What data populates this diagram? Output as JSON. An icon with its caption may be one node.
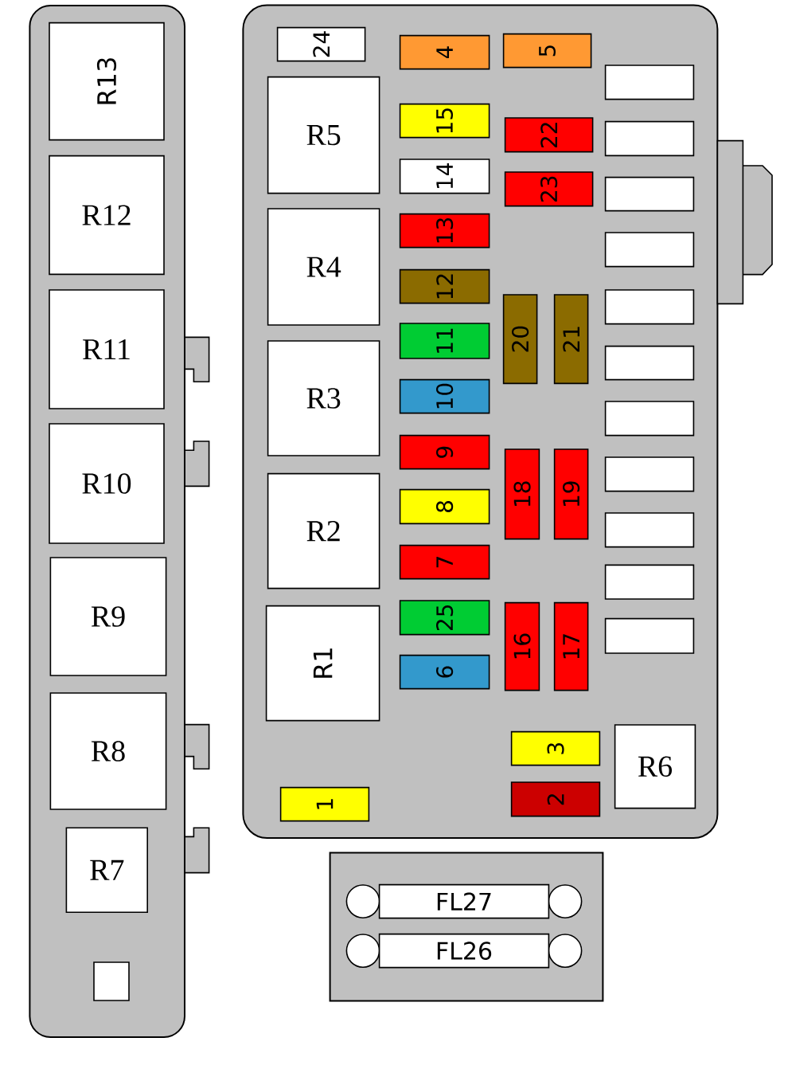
{
  "diagram": {
    "nodes": [
      {
        "text": [],
        "shape": "box"
      },
      {
        "text": [
          "R13"
        ],
        "in": 0
      },
      {
        "text": [
          "R12"
        ],
        "in": 0
      },
      {
        "text": [
          "R11"
        ],
        "in": 0
      },
      {
        "text": [
          "R10"
        ],
        "in": 0
      },
      {
        "text": [
          "R9"
        ],
        "in": 0
      },
      {
        "text": [
          "R8"
        ],
        "in": 0
      },
      {
        "text": [
          "R7"
        ],
        "in": 0
      },
      {
        "text": [],
        "shape": "box",
        "in": 0
      },
      {
        "text": [],
        "shape": "box"
      },
      {
        "text": [
          "24"
        ],
        "in": 9
      },
      {
        "text": [
          "4"
        ],
        "in": 9
      },
      {
        "text": [
          "5"
        ],
        "in": 9
      },
      {
        "text": [],
        "shape": "box",
        "in": 9
      },
      {
        "text": [
          "R5"
        ],
        "in": 9
      },
      {
        "text": [
          "15"
        ],
        "in": 9
      },
      {
        "text": [
          "22"
        ],
        "in": 9
      },
      {
        "text": [],
        "shape": "box",
        "in": 9
      },
      {
        "text": [
          "14"
        ],
        "in": 9
      },
      {
        "text": [
          "23"
        ],
        "in": 9
      },
      {
        "text": [],
        "shape": "box",
        "in": 9
      },
      {
        "text": [
          "R4"
        ],
        "in": 9
      },
      {
        "text": [
          "13"
        ],
        "in": 9
      },
      {
        "text": [],
        "shape": "box",
        "in": 9
      },
      {
        "text": [
          "12"
        ],
        "in": 9
      },
      {
        "text": [
          "20"
        ],
        "in": 9
      },
      {
        "text": [
          "21"
        ],
        "in": 9
      },
      {
        "text": [],
        "shape": "box",
        "in": 9
      },
      {
        "text": [
          "11"
        ],
        "in": 9
      },
      {
        "text": [],
        "shape": "box",
        "in": 9
      },
      {
        "text": [
          "R3"
        ],
        "in": 9
      },
      {
        "text": [
          "10"
        ],
        "in": 9
      },
      {
        "text": [],
        "shape": "box",
        "in": 9
      },
      {
        "text": [
          "9"
        ],
        "in": 9
      },
      {
        "text": [
          "18"
        ],
        "in": 9
      },
      {
        "text": [
          "19"
        ],
        "in": 9
      },
      {
        "text": [],
        "shape": "box",
        "in": 9
      },
      {
        "text": [
          "R2"
        ],
        "in": 9
      },
      {
        "text": [
          "8"
        ],
        "in": 9
      },
      {
        "text": [],
        "shape": "box",
        "in": 9
      },
      {
        "text": [
          "7"
        ],
        "in": 9
      },
      {
        "text": [],
        "shape": "box",
        "in": 9
      },
      {
        "text": [
          "R1"
        ],
        "in": 9
      },
      {
        "text": [
          "25"
        ],
        "in": 9
      },
      {
        "text": [
          "16"
        ],
        "in": 9
      },
      {
        "text": [
          "17"
        ],
        "in": 9
      },
      {
        "text": [],
        "shape": "box",
        "in": 9
      },
      {
        "text": [
          "6"
        ],
        "in": 9
      },
      {
        "text": [
          "3"
        ],
        "in": 9
      },
      {
        "text": [
          "R6"
        ],
        "in": 9
      },
      {
        "text": [
          "1"
        ],
        "in": 9
      },
      {
        "text": [
          "2"
        ],
        "in": 9
      },
      {
        "text": [],
        "shape": "box"
      },
      {
        "text": [
          "FL27"
        ],
        "in": 52
      },
      {
        "text": [
          "FL26"
        ],
        "in": 52
      }
    ]
  }
}
